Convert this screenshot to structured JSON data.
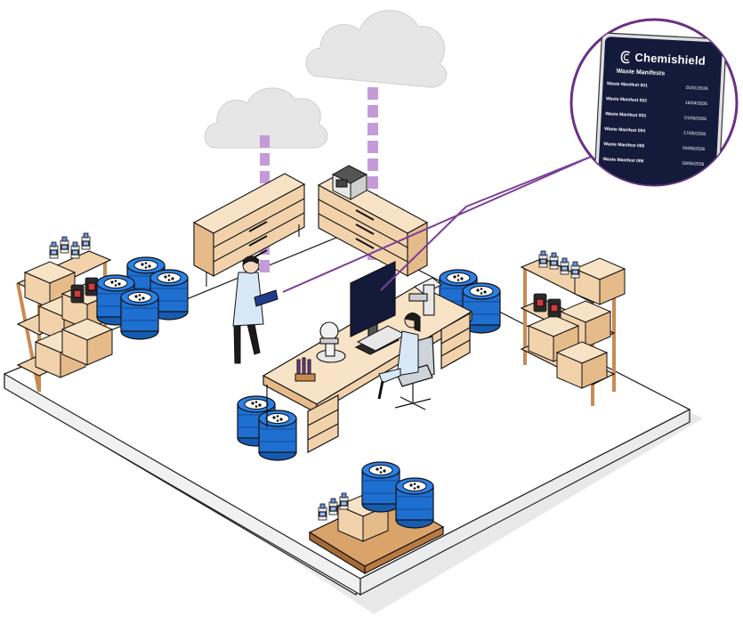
{
  "app": {
    "brand": "Chemishield",
    "screen_title": "Waste Manifests"
  },
  "manifests": [
    {
      "name": "Waste Manifest 001",
      "date": "01/01/2026"
    },
    {
      "name": "Waste Manifest 002",
      "date": "16/04/2026"
    },
    {
      "name": "Waste Manifest 003",
      "date": "01/05/2026"
    },
    {
      "name": "Waste Manifest 004",
      "date": "17/05/2026"
    },
    {
      "name": "Waste Manifest 005",
      "date": "04/06/2026"
    },
    {
      "name": "Waste Manifest 006",
      "date": "18/06/2026"
    }
  ],
  "colors": {
    "accent_purple": "#7a3e98",
    "stripe_purple": "#b98fcc",
    "drum_blue": "#1f6fd1",
    "wood": "#f2d2ab",
    "wood_dark": "#c98a52",
    "device_bg": "#141a3a",
    "floor": "#f4f4f4",
    "cloud": "#e6e6e6"
  },
  "icons": [
    "chemishield-logo-icon",
    "cloud-icon",
    "drum-icon",
    "monitor-icon",
    "microscope-icon",
    "chair-icon"
  ]
}
